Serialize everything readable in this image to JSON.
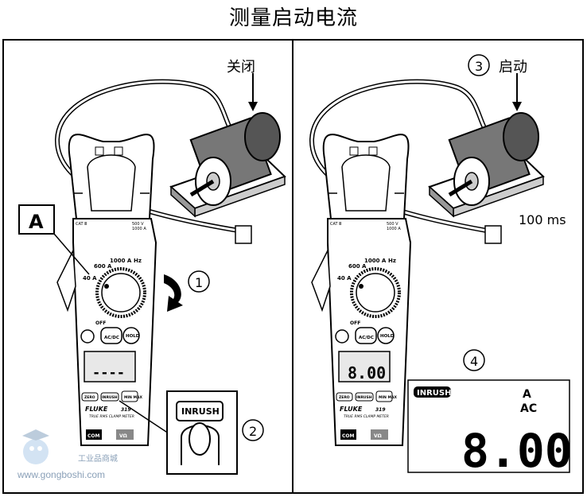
{
  "title": "测量启动电流",
  "left_panel": {
    "motor_state_label": "关闭",
    "callout_a": "A",
    "step_1": "1",
    "step_2": "2",
    "button_callout": "INRUSH"
  },
  "right_panel": {
    "step_3": "3",
    "motor_state_label": "启动",
    "time_label": "100 ms",
    "step_4": "4"
  },
  "meter": {
    "brand": "FLUKE",
    "model": "319",
    "subtitle": "TRUE RMS CLAMP METER",
    "cat_left": "CAT Ⅲ",
    "cat_right_v": "500 V",
    "cat_right_a": "1000 A",
    "range_600a": "600 A",
    "range_1000a": "1000 A",
    "range_40a": "40 A",
    "hz": "Hz",
    "off": "OFF",
    "btn_acdc": "AC/DC",
    "btn_hold": "HOLD",
    "btn_zero": "ZERO",
    "btn_inrush": "INRUSH",
    "btn_minmax": "MIN MAX",
    "port_com": "COM",
    "port_v": "VΩ",
    "lcd_idle": "----",
    "lcd_reading": "8.00"
  },
  "display_zoom": {
    "badge": "INRUSH",
    "unit_a": "A",
    "unit_ac": "AC",
    "reading": "8.00"
  },
  "watermark": {
    "url": "www.gongboshi.com",
    "cn_text": "工业品商城"
  }
}
